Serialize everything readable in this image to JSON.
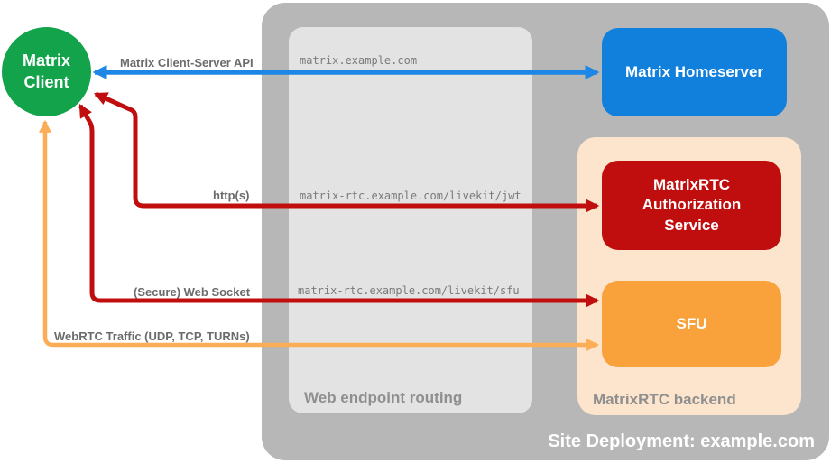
{
  "title": "MatrixRTC site deployment diagram",
  "colors": {
    "client_green": "#12a34b",
    "blue_box": "#1180dc",
    "blue_arrow": "#1e86e4",
    "red": "#c00d0d",
    "orange_box": "#f9a23c",
    "orange_arrow": "#fbae55",
    "peach": "#fce5cc",
    "container_gray": "#b7b7b7",
    "routing_gray": "#e3e3e3",
    "caption_gray": "#8f8f8f",
    "edge_label_gray": "#6b6b6b",
    "url_gray": "#7a7a7a"
  },
  "nodes": {
    "matrix_client": {
      "label": "Matrix Client"
    },
    "matrix_homeserver": {
      "label": "Matrix Homeserver"
    },
    "auth_service": {
      "label": "MatrixRTC Authorization Service"
    },
    "sfu": {
      "label": "SFU"
    }
  },
  "containers": {
    "site_deployment": {
      "caption": "Site Deployment: example.com"
    },
    "web_endpoint_routing": {
      "caption": "Web endpoint routing"
    },
    "matrixrtc_backend": {
      "caption": "MatrixRTC backend"
    }
  },
  "edges": {
    "client_server_api": {
      "label": "Matrix Client-Server API",
      "route": "matrix.example.com",
      "from": "Matrix Client",
      "to": "Matrix Homeserver",
      "color": "#1e86e4"
    },
    "http": {
      "label": "http(s)",
      "route": "matrix-rtc.example.com/livekit/jwt",
      "from": "Matrix Client",
      "to": "MatrixRTC Authorization Service",
      "color": "#c00d0d"
    },
    "websocket": {
      "label": "(Secure) Web Socket",
      "route": "matrix-rtc.example.com/livekit/sfu",
      "from": "Matrix Client",
      "to": "SFU",
      "color": "#c00d0d"
    },
    "webrtc": {
      "label": "WebRTC Traffic (UDP, TCP, TURNs)",
      "from": "Matrix Client",
      "to": "SFU",
      "color": "#fbae55"
    }
  }
}
